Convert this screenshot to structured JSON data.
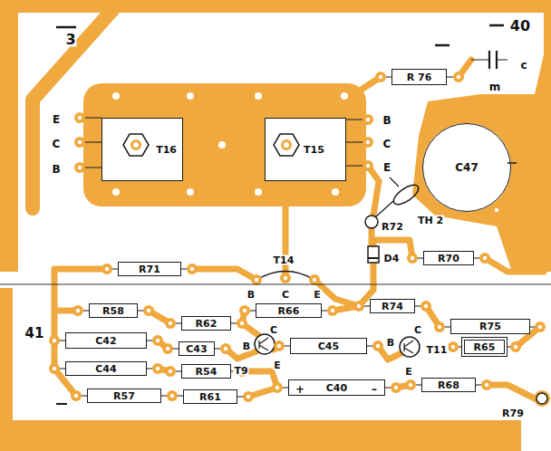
{
  "diagram": {
    "nodes": [
      {
        "text": [
          "R 76"
        ]
      },
      {
        "text": [
          "T16"
        ]
      },
      {
        "text": [
          "T15"
        ]
      },
      {
        "text": [
          "C47"
        ]
      },
      {
        "text": [
          "R71"
        ]
      },
      {
        "text": [
          "R70"
        ]
      },
      {
        "text": [
          "R58"
        ]
      },
      {
        "text": [
          "R66"
        ]
      },
      {
        "text": [
          "R74"
        ]
      },
      {
        "text": [
          "R62"
        ]
      },
      {
        "text": [
          "R75"
        ]
      },
      {
        "text": [
          "C42"
        ]
      },
      {
        "text": [
          "C43"
        ]
      },
      {
        "text": [
          "C45"
        ]
      },
      {
        "text": [
          "R65"
        ]
      },
      {
        "text": [
          "C44"
        ]
      },
      {
        "text": [
          "R54"
        ]
      },
      {
        "text": [
          "C40"
        ]
      },
      {
        "text": [
          "R68"
        ]
      },
      {
        "text": [
          "R57"
        ]
      },
      {
        "text": [
          "R61"
        ]
      }
    ],
    "labels": [
      "3",
      "40",
      "m",
      "c",
      "E",
      "C",
      "B",
      "B",
      "C",
      "E",
      "R72",
      "TH 2",
      "D4",
      "T14",
      "B",
      "C",
      "E",
      "C",
      "C",
      "41",
      "B",
      "B",
      "T11",
      "T9",
      "E",
      "E",
      "+",
      "–",
      "R79"
    ]
  }
}
